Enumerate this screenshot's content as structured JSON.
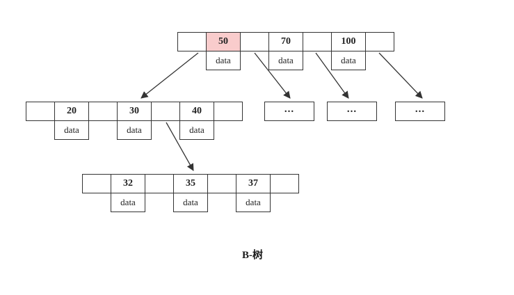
{
  "diagram": {
    "caption": "B-树",
    "colors": {
      "border": "#333333",
      "arrow": "#333333",
      "highlight_fill": "#f9cccc",
      "background": "#ffffff"
    },
    "root": {
      "keys": [
        "50",
        "70",
        "100"
      ],
      "highlighted_key": "50",
      "data_label": "data"
    },
    "level2_left": {
      "keys": [
        "20",
        "30",
        "40"
      ],
      "data_label": "data"
    },
    "level2_ellipsis": [
      "...",
      "...",
      "..."
    ],
    "level3": {
      "keys": [
        "32",
        "35",
        "37"
      ],
      "data_label": "data"
    }
  }
}
